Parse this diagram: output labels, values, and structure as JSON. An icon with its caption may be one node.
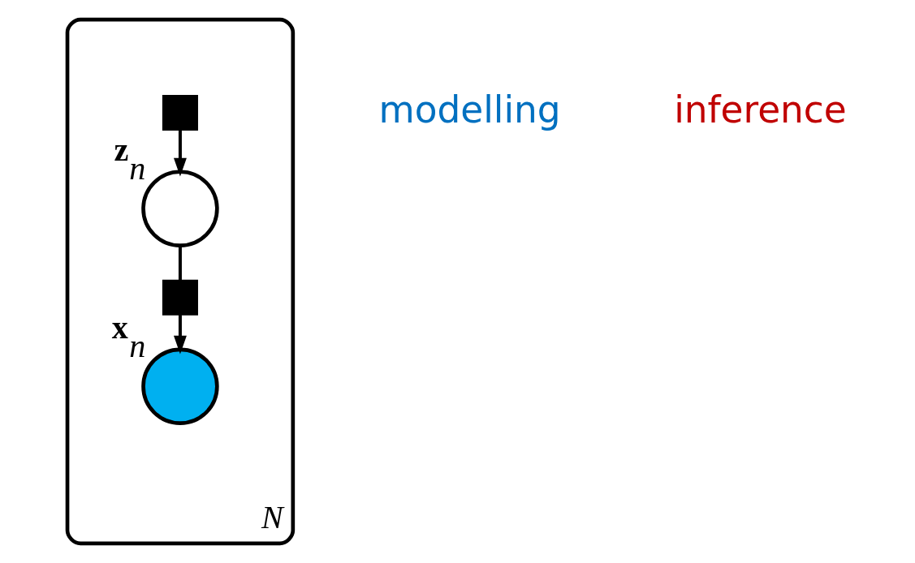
{
  "diagram": {
    "nodes": [
      {
        "text": [
          "N"
        ]
      },
      {
        "text": [],
        "shape": "box",
        "in": 0
      },
      {
        "text": [],
        "shape": "circle",
        "in": 0,
        "beside": [
          "**z**$_{n}$"
        ]
      },
      {
        "text": [],
        "shape": "box",
        "in": 0
      },
      {
        "text": [],
        "shape": "circle",
        "in": 0,
        "beside": [
          "**x**$_{n}$"
        ]
      }
    ],
    "edges": [
      {
        "from": 1,
        "to": 2,
        "arrow": "to"
      },
      {
        "from": 2,
        "to": 3,
        "arrow": "none"
      },
      {
        "from": 3,
        "to": 4,
        "arrow": "to"
      }
    ],
    "labels": [
      "modelling",
      "inference"
    ]
  }
}
